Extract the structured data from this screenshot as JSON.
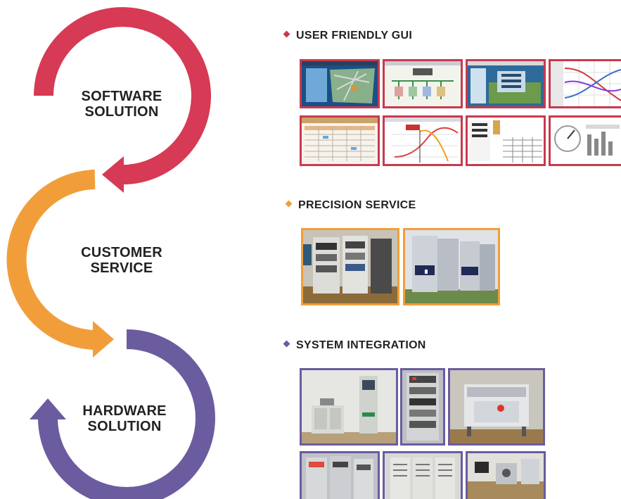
{
  "rings": [
    {
      "line1": "SOFTWARE",
      "line2": "SOLUTION",
      "color": "#d63a54"
    },
    {
      "line1": "CUSTOMER",
      "line2": "SERVICE",
      "color": "#f19e3a"
    },
    {
      "line1": "HARDWARE",
      "line2": "SOLUTION",
      "color": "#6b5c9f"
    }
  ],
  "sections": {
    "gui": {
      "title": "USER FRIENDLY GUI",
      "color": "#c73a4e"
    },
    "precision": {
      "title": "PRECISION SERVICE",
      "color": "#f19e3a"
    },
    "integration": {
      "title": "SYSTEM INTEGRATION",
      "color": "#6b5c9f"
    }
  },
  "thumbnails": {
    "gui": [
      "map-screen-icon",
      "diagram-screen-icon",
      "dashboard-screen-icon",
      "graph-screen-icon",
      "grid-screen-icon",
      "chart-screen-icon",
      "table-screen-icon",
      "gauge-screen-icon"
    ],
    "precision": [
      "rack-photo-icon",
      "cabinet-photo-icon"
    ],
    "integration": [
      "test-station-photo-icon",
      "rack-unit-photo-icon",
      "machine-photo-icon",
      "rack-row-photo-icon",
      "cabinet-row-photo-icon",
      "workbench-photo-icon"
    ]
  }
}
